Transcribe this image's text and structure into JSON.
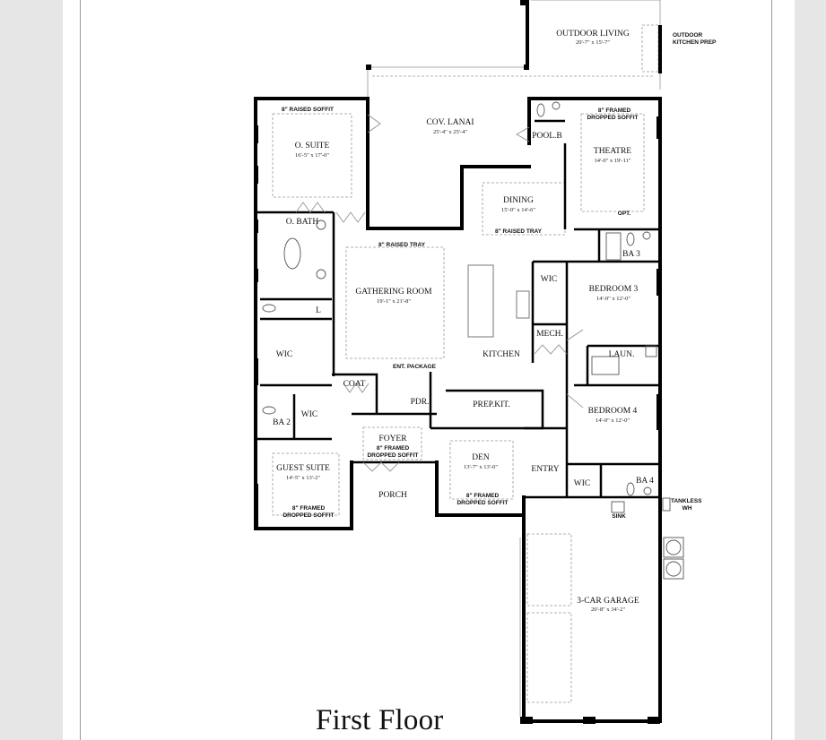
{
  "document": {
    "title": "First Floor",
    "background_color": "#e6e6e6",
    "page_color": "#ffffff",
    "wall_color": "#000000"
  },
  "rooms": {
    "outdoor_living": {
      "name": "OUTDOOR LIVING",
      "dims": "20'-7\" x 15'-7\""
    },
    "cov_lanai": {
      "name": "COV. LANAI",
      "dims": "25'-4\" x 25'-4\""
    },
    "o_suite": {
      "name": "O. SUITE",
      "dims": "16'-5\" x 17'-0\""
    },
    "o_bath": {
      "name": "O. BATH"
    },
    "pool_bath": {
      "name": "POOL.B"
    },
    "theatre": {
      "name": "THEATRE",
      "dims": "14'-0\" x 19'-11\""
    },
    "dining": {
      "name": "DINING",
      "dims": "15'-0\" x 14'-6\""
    },
    "ba3": {
      "name": "BA 3"
    },
    "gathering_room": {
      "name": "GATHERING ROOM",
      "dims": "19'-1\" x 21'-8\""
    },
    "linen": {
      "name": "L"
    },
    "wic_master": {
      "name": "WIC"
    },
    "wic_bed3": {
      "name": "WIC"
    },
    "bedroom3": {
      "name": "BEDROOM 3",
      "dims": "14'-0\" x 12'-0\""
    },
    "mech": {
      "name": "MECH."
    },
    "kitchen": {
      "name": "KITCHEN"
    },
    "laundry": {
      "name": "LAUN."
    },
    "coat": {
      "name": "COAT"
    },
    "powder": {
      "name": "PDR."
    },
    "prep_kitchen": {
      "name": "PREP.KIT."
    },
    "ba2": {
      "name": "BA 2"
    },
    "wic_guest": {
      "name": "WIC"
    },
    "bedroom4": {
      "name": "BEDROOM 4",
      "dims": "14'-0\" x 12'-0\""
    },
    "foyer": {
      "name": "FOYER"
    },
    "den": {
      "name": "DEN",
      "dims": "13'-7\" x 13'-0\""
    },
    "entry": {
      "name": "ENTRY"
    },
    "wic_bed4": {
      "name": "WIC"
    },
    "ba4": {
      "name": "BA 4"
    },
    "guest_suite": {
      "name": "GUEST SUITE",
      "dims": "14'-5\" x 13'-2\""
    },
    "porch": {
      "name": "PORCH"
    },
    "garage": {
      "name": "3-CAR GARAGE",
      "dims": "20'-8\" x 34'-2\""
    }
  },
  "notes": {
    "outdoor_kitchen_1": "OUTDOOR",
    "outdoor_kitchen_2": "KITCHEN PREP",
    "o_suite_soffit": "8\" RAISED SOFFIT",
    "theatre_soffit_1": "8\" FRAMED",
    "theatre_soffit_2": "DROPPED SOFFIT",
    "theatre_opt": "OPT.",
    "dining_tray": "8\" RAISED TRAY",
    "gathering_tray": "8\" RAISED TRAY",
    "ent_package": "ENT. PACKAGE",
    "foyer_soffit_1": "8\" FRAMED",
    "foyer_soffit_2": "DROPPED SOFFIT",
    "den_soffit_1": "8\" FRAMED",
    "den_soffit_2": "DROPPED SOFFIT",
    "guest_soffit_1": "8\" FRAMED",
    "guest_soffit_2": "DROPPED SOFFIT",
    "sink": "SINK",
    "tankless_1": "TANKLESS",
    "tankless_2": "WH"
  }
}
